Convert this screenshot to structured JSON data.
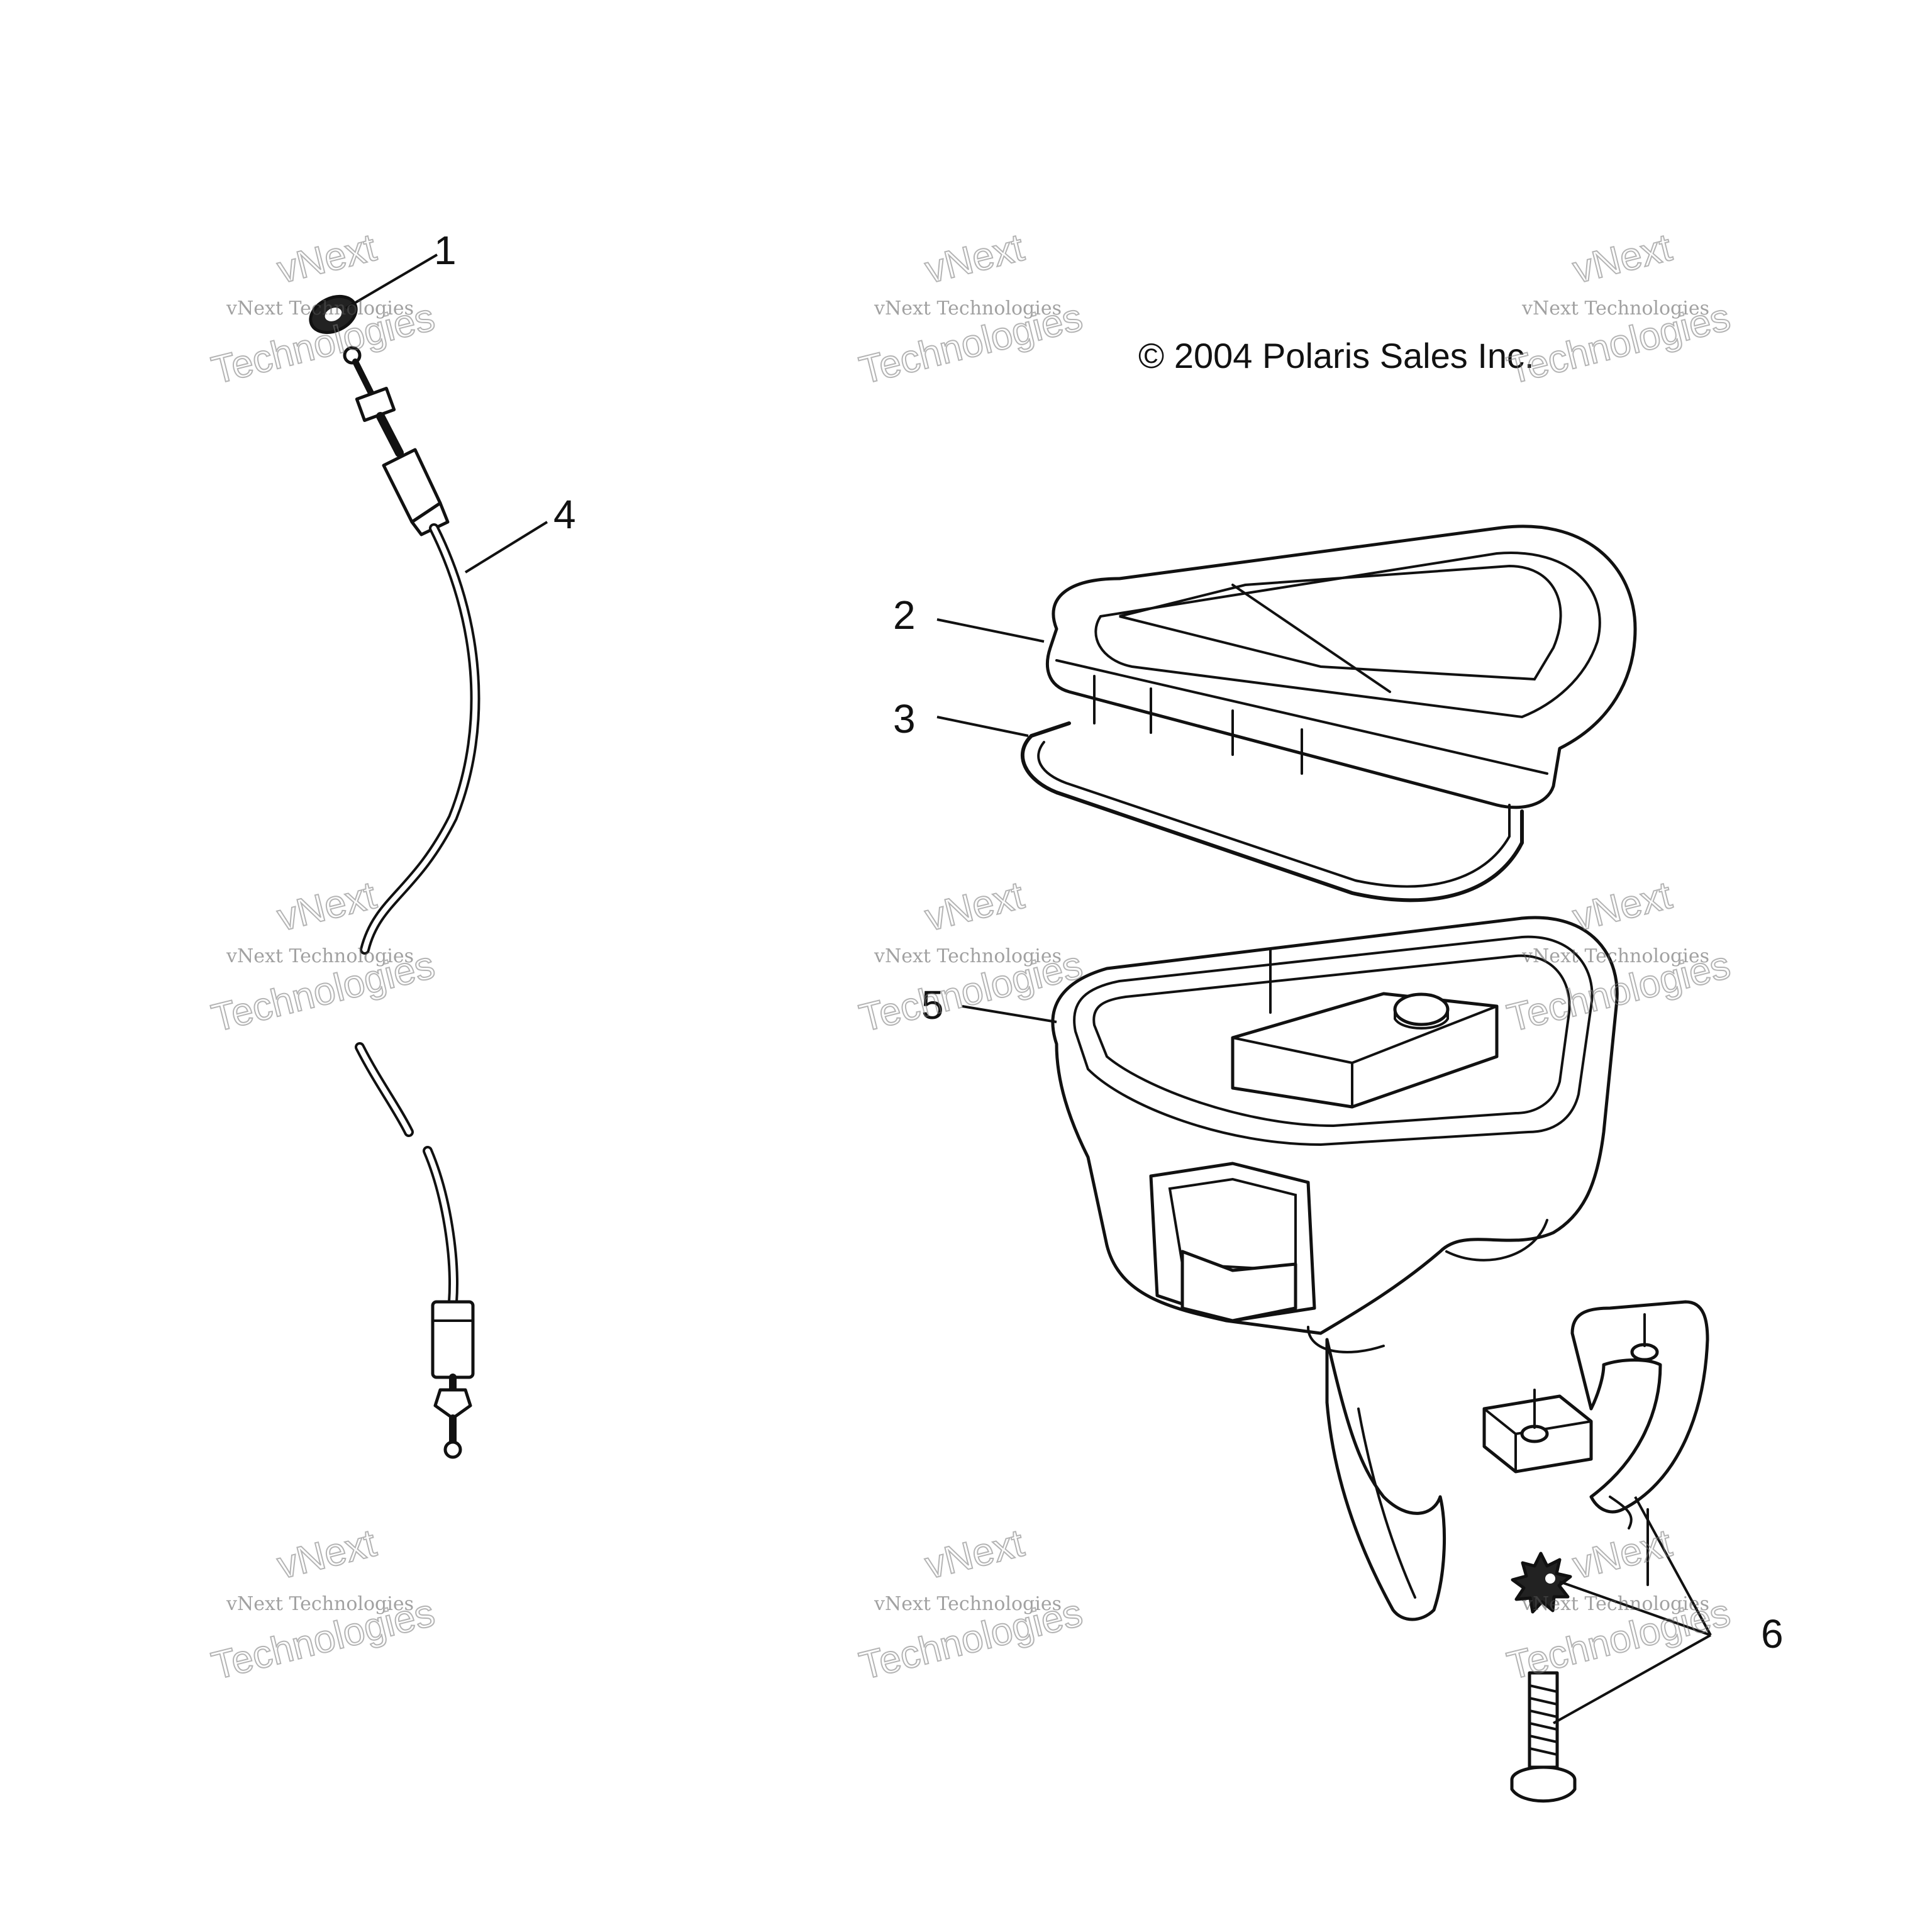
{
  "copyright": "© 2004 Polaris Sales Inc.",
  "callouts": [
    {
      "id": "1",
      "label": "1"
    },
    {
      "id": "2",
      "label": "2"
    },
    {
      "id": "3",
      "label": "3"
    },
    {
      "id": "4",
      "label": "4"
    },
    {
      "id": "5",
      "label": "5"
    },
    {
      "id": "6",
      "label": "6"
    }
  ],
  "watermark": {
    "small": "vNext Technologies",
    "large_top": "vNext",
    "large_bottom": "Technologies",
    "color": "#777777"
  }
}
